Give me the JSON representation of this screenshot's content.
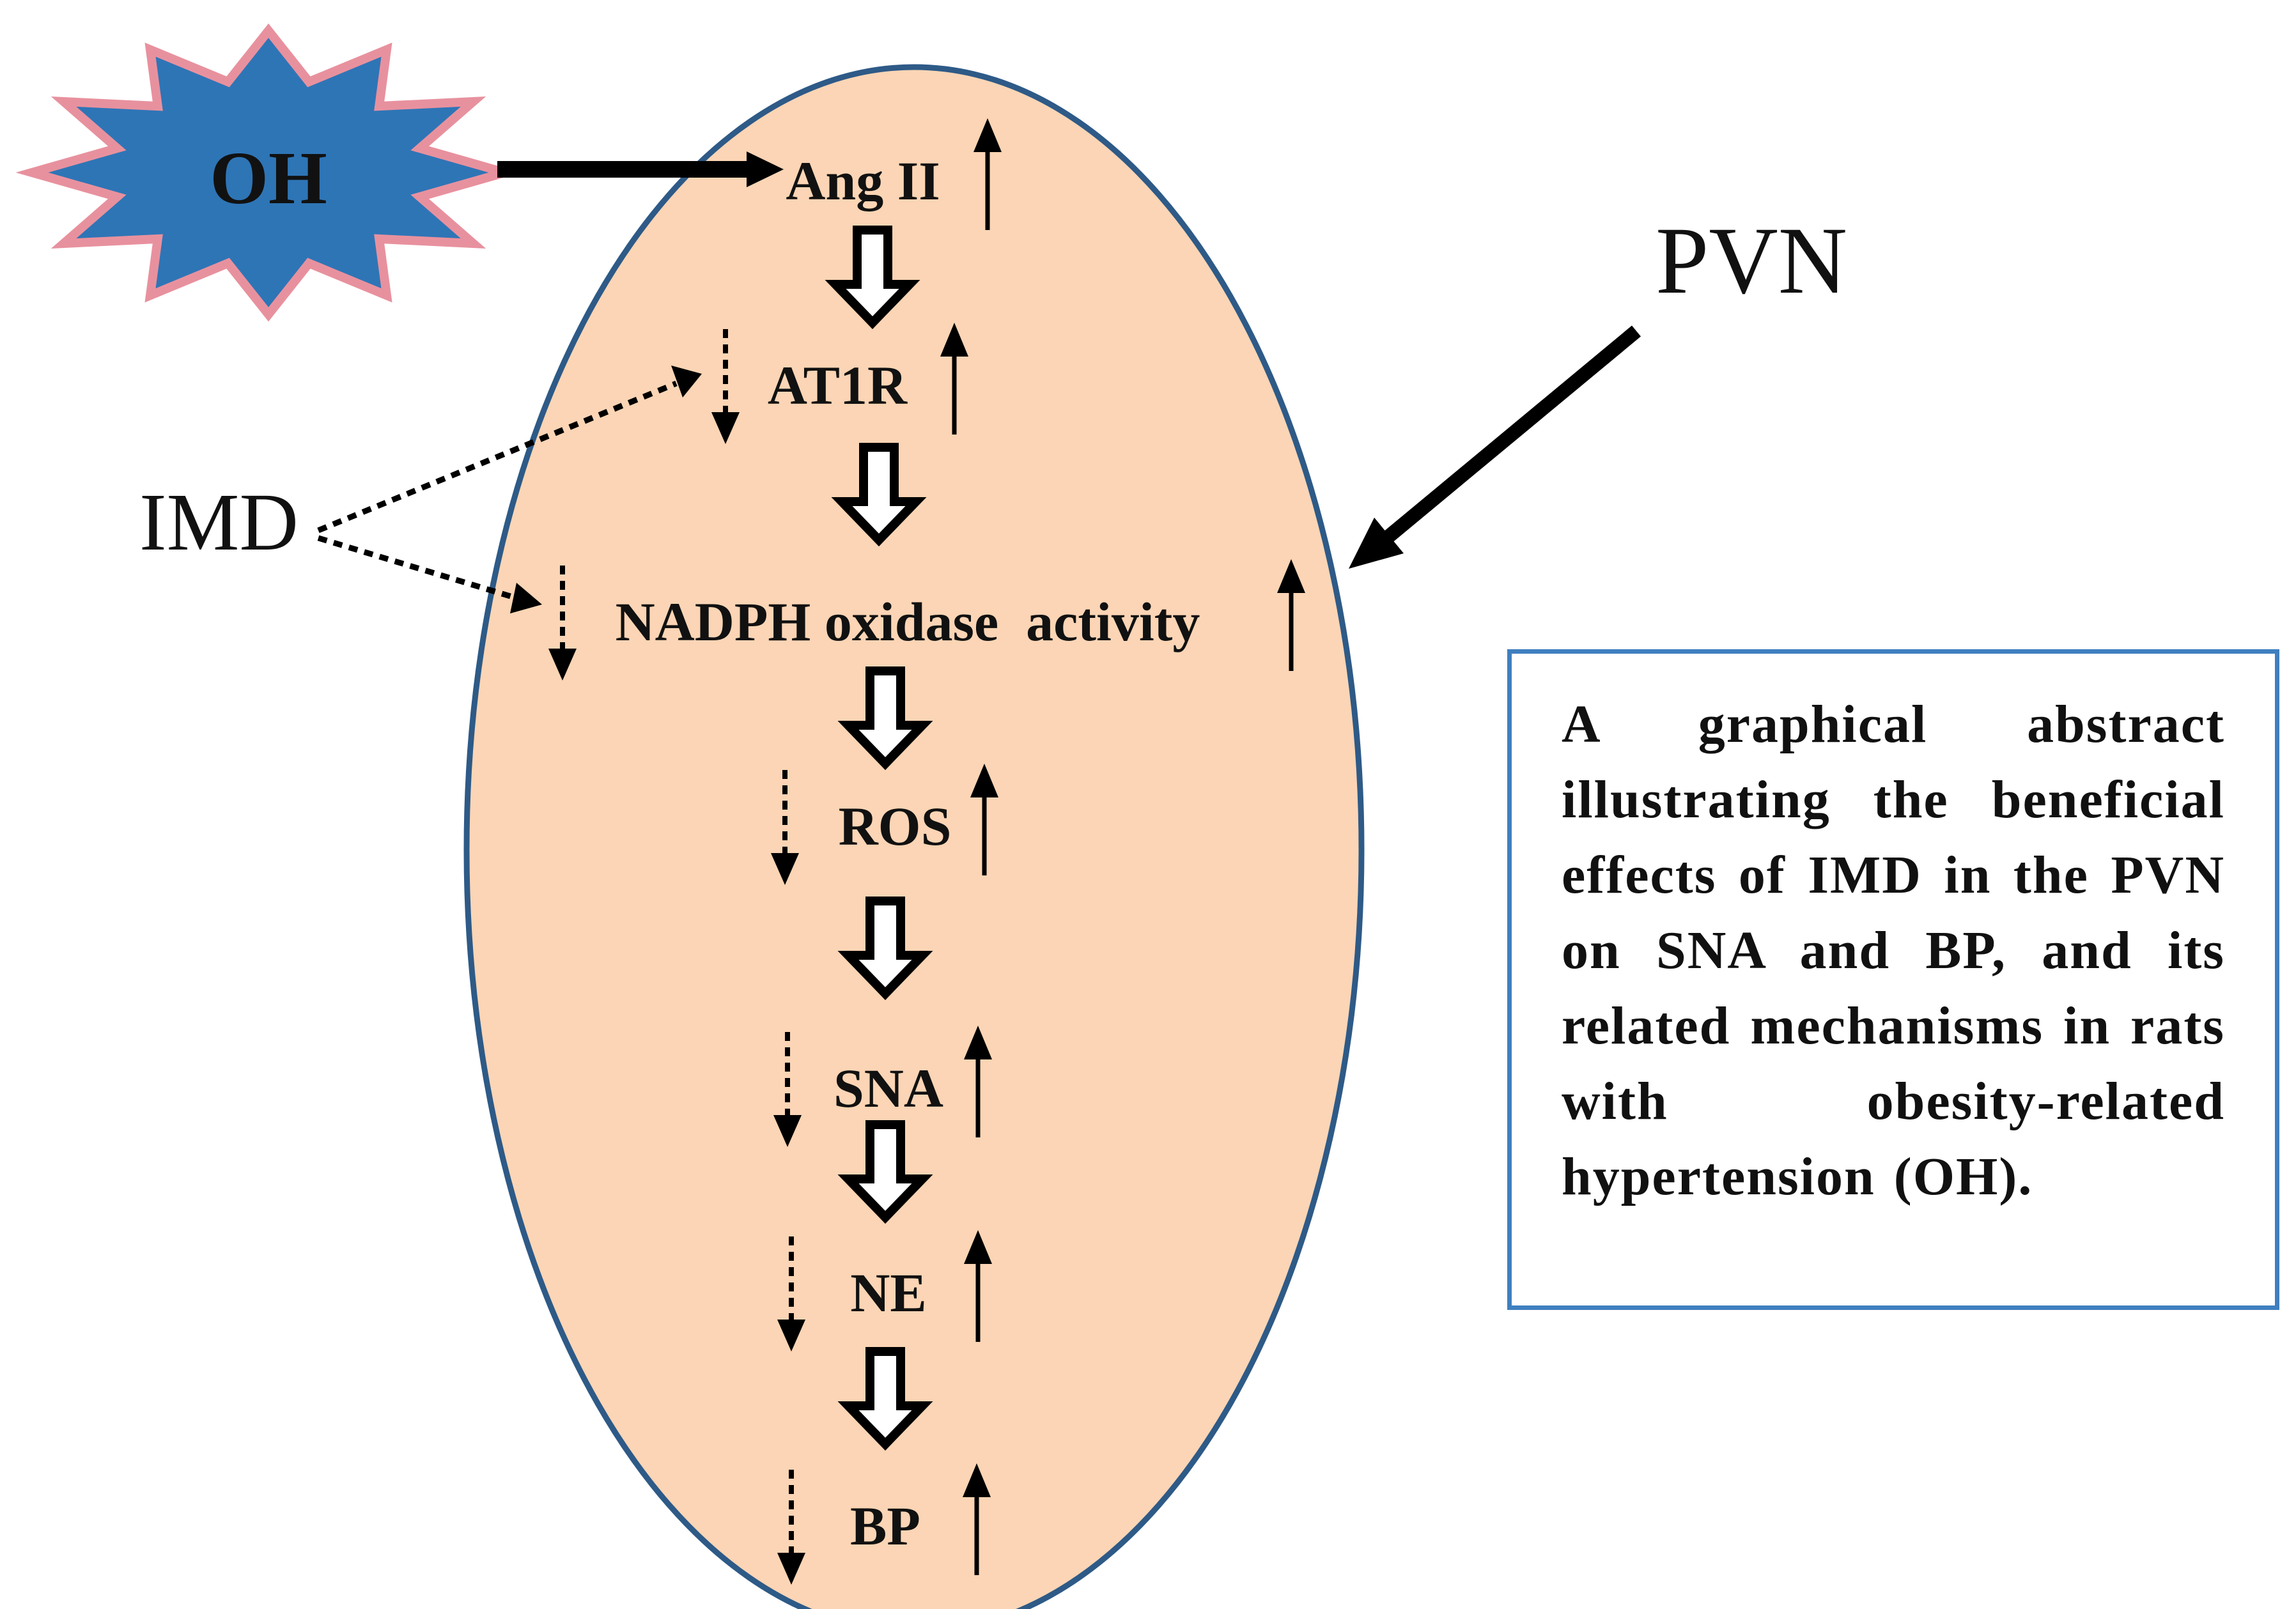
{
  "diagram": {
    "trigger": {
      "label": "OH",
      "fill": "#2e75b6",
      "outline": "#e8919e"
    },
    "treatment": {
      "label": "IMD"
    },
    "region": {
      "label": "PVN",
      "fill": "#fbd5b5",
      "outline": "#2e5a87"
    },
    "cascade": [
      {
        "label": "Ang II",
        "inhibited_by_imd": false
      },
      {
        "label": "AT1R",
        "inhibited_by_imd": true
      },
      {
        "label": "NADPH oxidase  activity",
        "inhibited_by_imd": true
      },
      {
        "label": "ROS",
        "inhibited_by_imd": true
      },
      {
        "label": "SNA",
        "inhibited_by_imd": true
      },
      {
        "label": "NE",
        "inhibited_by_imd": true
      },
      {
        "label": "BP",
        "inhibited_by_imd": true
      }
    ],
    "increase_marker": "up-arrow",
    "decrease_marker": "dotted-down-arrow"
  },
  "abstract": {
    "text": "A graphical abstract illustrating the beneficial effects of IMD in the PVN on SNA and BP, and its related mechanisms in rats with obesity-related hypertension (OH).",
    "border_color": "#3f7fbf"
  }
}
